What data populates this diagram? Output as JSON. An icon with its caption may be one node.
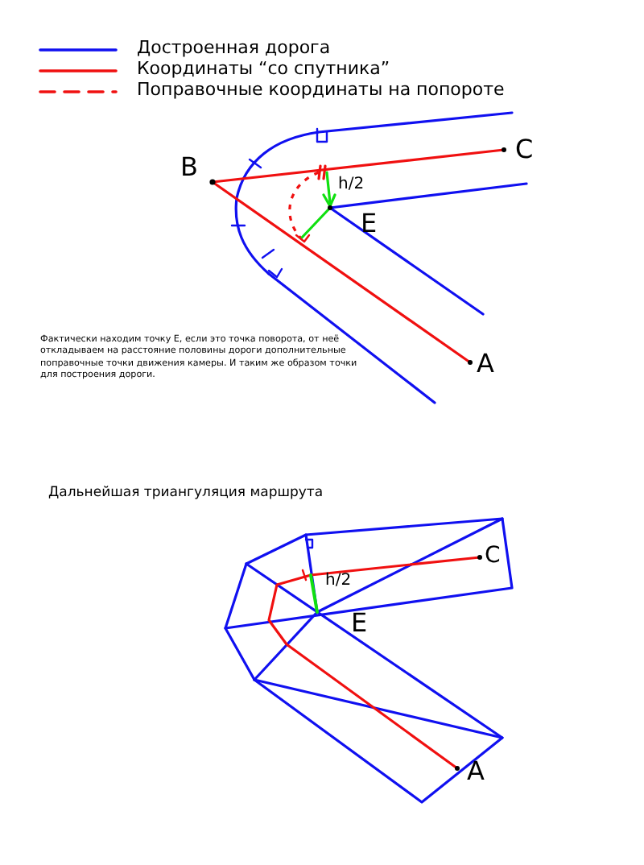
{
  "diagram": {
    "labels": [
      "B",
      "C",
      "h/2",
      "E",
      "A",
      "Фактически находим точку Е, если это точка поворота, от неё откладываем на расстояние половины дороги дополнительные поправочные точки движения камеры. И таким же образом точки для построения дороги.",
      "Дальнейшая триангуляция маршрута",
      "C",
      "h/2",
      "E",
      "A"
    ],
    "legend": [
      {
        "text": "Достроенная дорога"
      },
      {
        "text": "Координаты “со спутника”"
      },
      {
        "text": "Поправочные координаты на попороте"
      }
    ]
  }
}
